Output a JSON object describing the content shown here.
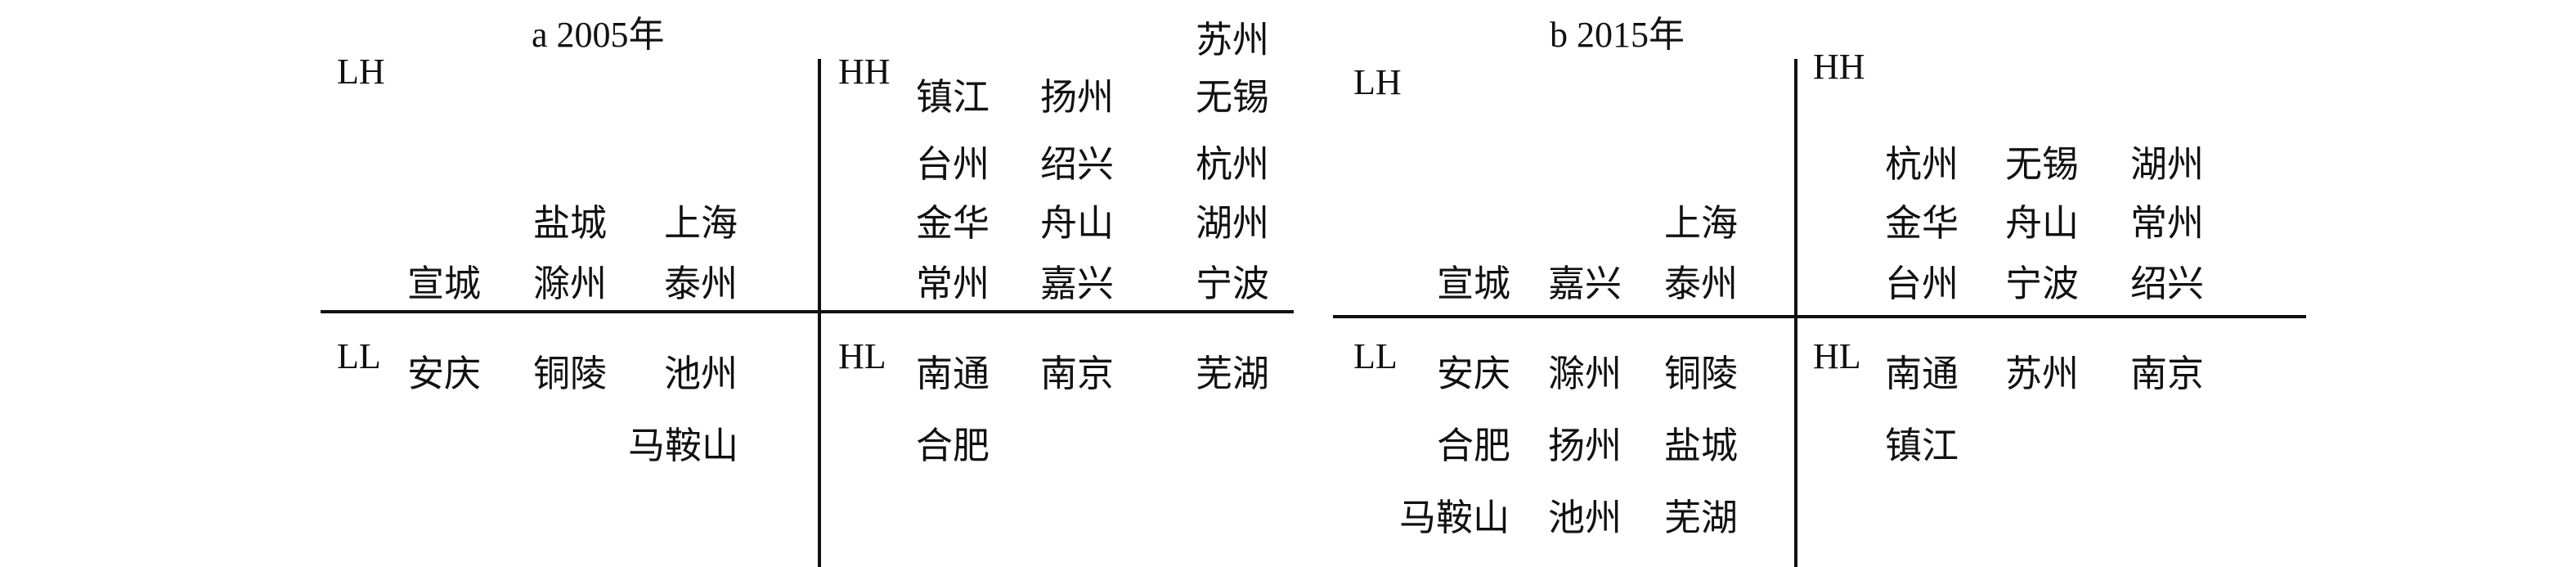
{
  "panels": [
    {
      "title": "a 2005年",
      "quadrants": {
        "LH": {
          "label": "LH",
          "cities": [
            "盐城",
            "上海",
            "宣城",
            "滁州",
            "泰州"
          ]
        },
        "HH": {
          "label": "HH",
          "cities": [
            "苏州",
            "镇江",
            "扬州",
            "无锡",
            "台州",
            "绍兴",
            "杭州",
            "金华",
            "舟山",
            "湖州",
            "常州",
            "嘉兴",
            "宁波"
          ]
        },
        "LL": {
          "label": "LL",
          "cities": [
            "安庆",
            "铜陵",
            "池州",
            "马鞍山"
          ]
        },
        "HL": {
          "label": "HL",
          "cities": [
            "南通",
            "南京",
            "芜湖",
            "合肥"
          ]
        }
      }
    },
    {
      "title": "b 2015年",
      "quadrants": {
        "LH": {
          "label": "LH",
          "cities": [
            "上海",
            "宣城",
            "嘉兴",
            "泰州"
          ]
        },
        "HH": {
          "label": "HH",
          "cities": [
            "杭州",
            "无锡",
            "湖州",
            "金华",
            "舟山",
            "常州",
            "台州",
            "宁波",
            "绍兴"
          ]
        },
        "LL": {
          "label": "LL",
          "cities": [
            "安庆",
            "滁州",
            "铜陵",
            "合肥",
            "扬州",
            "盐城",
            "马鞍山",
            "池州",
            "芜湖"
          ]
        },
        "HL": {
          "label": "HL",
          "cities": [
            "南通",
            "苏州",
            "南京",
            "镇江"
          ]
        }
      }
    }
  ]
}
